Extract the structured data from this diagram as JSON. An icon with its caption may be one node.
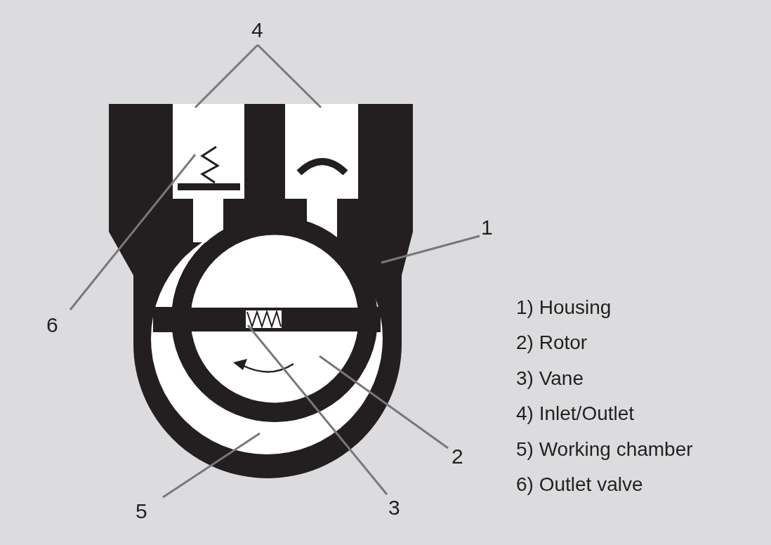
{
  "diagram": {
    "nodes": [
      {
        "text": [
          "4"
        ]
      },
      {
        "text": [],
        "shape": "box",
        "in": 4
      },
      {
        "text": [],
        "shape": "box",
        "in": 4
      },
      {
        "text": [
          "1"
        ]
      },
      {
        "text": [],
        "shape": "box"
      },
      {
        "text": [
          "6"
        ]
      },
      {
        "text": [],
        "shape": "bar",
        "in": 1
      },
      {
        "text": [
          "3"
        ]
      },
      {
        "text": [],
        "shape": "bar",
        "in": 10
      },
      {
        "text": [
          "2"
        ]
      },
      {
        "text": [],
        "shape": "circle",
        "in": 12
      },
      {
        "text": [
          "5"
        ]
      },
      {
        "text": [],
        "shape": "circle",
        "in": 4
      }
    ],
    "edges": [
      {
        "from": 0,
        "to": 1,
        "arrow": "none"
      },
      {
        "from": 0,
        "to": 2,
        "arrow": "none"
      },
      {
        "from": 3,
        "to": 4,
        "arrow": "none"
      },
      {
        "from": 5,
        "to": 6,
        "arrow": "none"
      },
      {
        "from": 7,
        "to": 8,
        "arrow": "none"
      },
      {
        "from": 9,
        "to": 10,
        "arrow": "none"
      },
      {
        "from": 11,
        "to": 12,
        "arrow": "none"
      }
    ],
    "labels": [
      "1) Housing",
      "2) Rotor",
      "3) Vane",
      "4) Inlet/Outlet",
      "5) Working chamber",
      "6) Outlet valve"
    ]
  }
}
